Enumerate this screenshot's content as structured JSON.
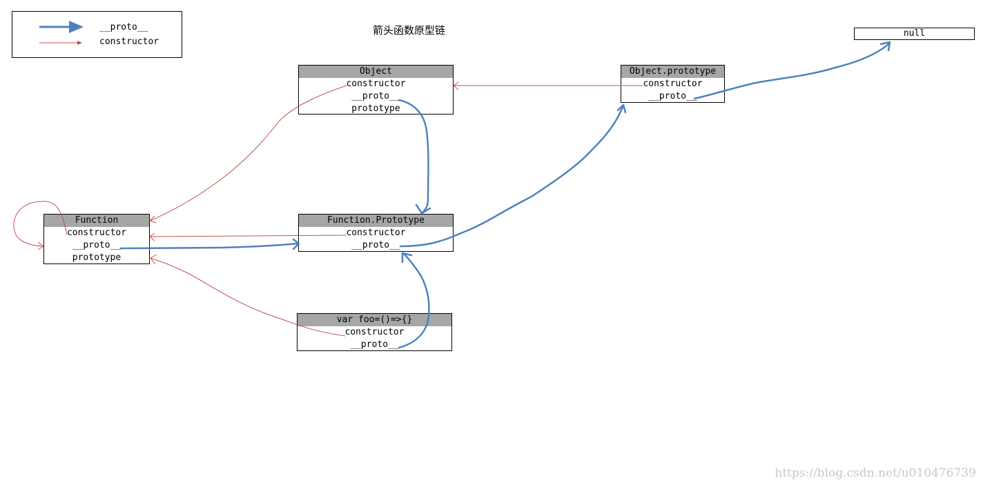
{
  "title": "箭头函数原型链",
  "legend": {
    "proto_label": "__proto__",
    "constructor_label": "constructor"
  },
  "colors": {
    "proto_arrow": "#4f81bd",
    "constructor_arrow": "#c0504d",
    "header_fill": "#a6a6a6"
  },
  "null_label": "null",
  "boxes": {
    "object": {
      "title": "Object",
      "rows": [
        "constructor",
        "__proto__",
        "prototype"
      ]
    },
    "object_prototype": {
      "title": "Object.prototype",
      "rows": [
        "constructor",
        "__proto__"
      ]
    },
    "function": {
      "title": "Function",
      "rows": [
        "constructor",
        "__proto__",
        "prototype"
      ]
    },
    "function_prototype": {
      "title": "Function.Prototype",
      "rows": [
        "constructor",
        "__proto__"
      ]
    },
    "foo": {
      "title": "var foo=()=>{}",
      "rows": [
        "constructor",
        "__proto__"
      ]
    }
  },
  "watermark": "https://blog.csdn.net/u010476739"
}
